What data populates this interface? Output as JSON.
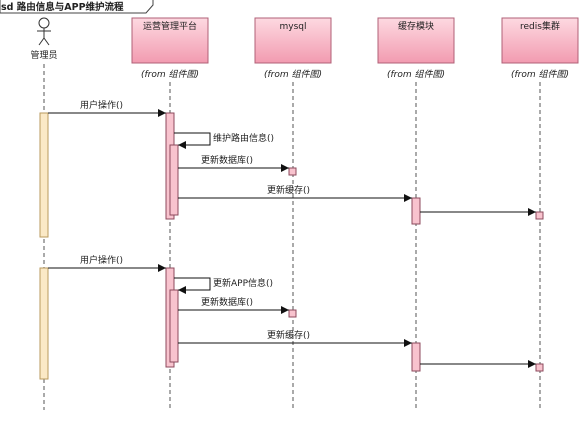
{
  "frame": {
    "title": "sd 路由信息与APP维护流程"
  },
  "actor": {
    "label": "管理员"
  },
  "participants": [
    {
      "id": "ops",
      "label": "运营管理平台",
      "stereotype": "(from 组件图)"
    },
    {
      "id": "mysql",
      "label": "mysql",
      "stereotype": "(from 组件图)"
    },
    {
      "id": "cache",
      "label": "缓存模块",
      "stereotype": "(from 组件图)"
    },
    {
      "id": "redis",
      "label": "redis集群",
      "stereotype": "(from 组件图)"
    }
  ],
  "messages": [
    {
      "from": "admin",
      "to": "ops",
      "label": "用户操作()"
    },
    {
      "from": "ops",
      "to": "ops",
      "label": "维护路由信息()"
    },
    {
      "from": "ops",
      "to": "mysql",
      "label": "更新数据库()"
    },
    {
      "from": "ops",
      "to": "cache",
      "label": "更新缓存()"
    },
    {
      "from": "cache",
      "to": "redis",
      "label": ""
    },
    {
      "from": "admin",
      "to": "ops",
      "label": "用户操作()"
    },
    {
      "from": "ops",
      "to": "ops",
      "label": "更新APP信息()"
    },
    {
      "from": "ops",
      "to": "mysql",
      "label": "更新数据库()"
    },
    {
      "from": "ops",
      "to": "cache",
      "label": "更新缓存()"
    },
    {
      "from": "cache",
      "to": "redis",
      "label": ""
    }
  ],
  "colors": {
    "actor_activation": "#fbe9c6",
    "participant_fill": "#f6a5b6",
    "activation_fill": "#f8c3ce",
    "line": "#333333"
  }
}
